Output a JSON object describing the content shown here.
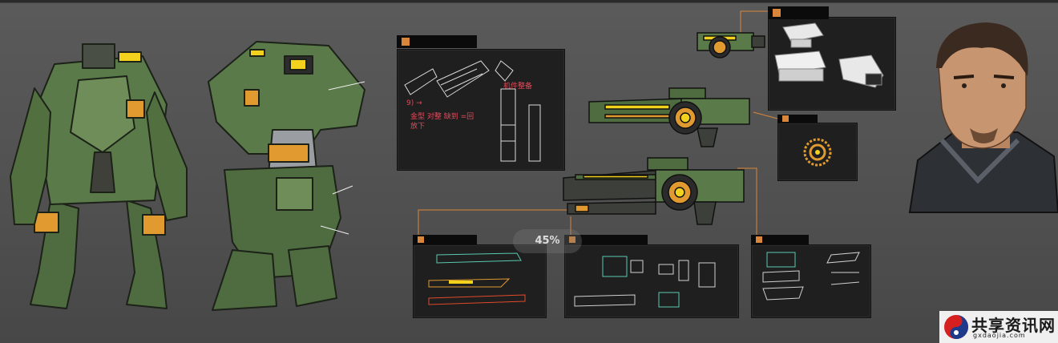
{
  "zoom_label": "45%",
  "watermark": {
    "title": "共享资讯网",
    "subtitle": "gxdaojia.com"
  },
  "annotations": {
    "arrow_note": "9) →",
    "sketch_note_1": "金型 对整 缺到 =回",
    "sketch_note_2": "放下",
    "sketch_note_3": "机件整备"
  },
  "colors": {
    "mech_green": "#5a7a4a",
    "accent_orange": "#e09a30",
    "accent_yellow": "#f2d21c",
    "panel_bg": "#1f1f1f",
    "leader_line": "#d9863a",
    "tab_square": "#d9863a"
  }
}
